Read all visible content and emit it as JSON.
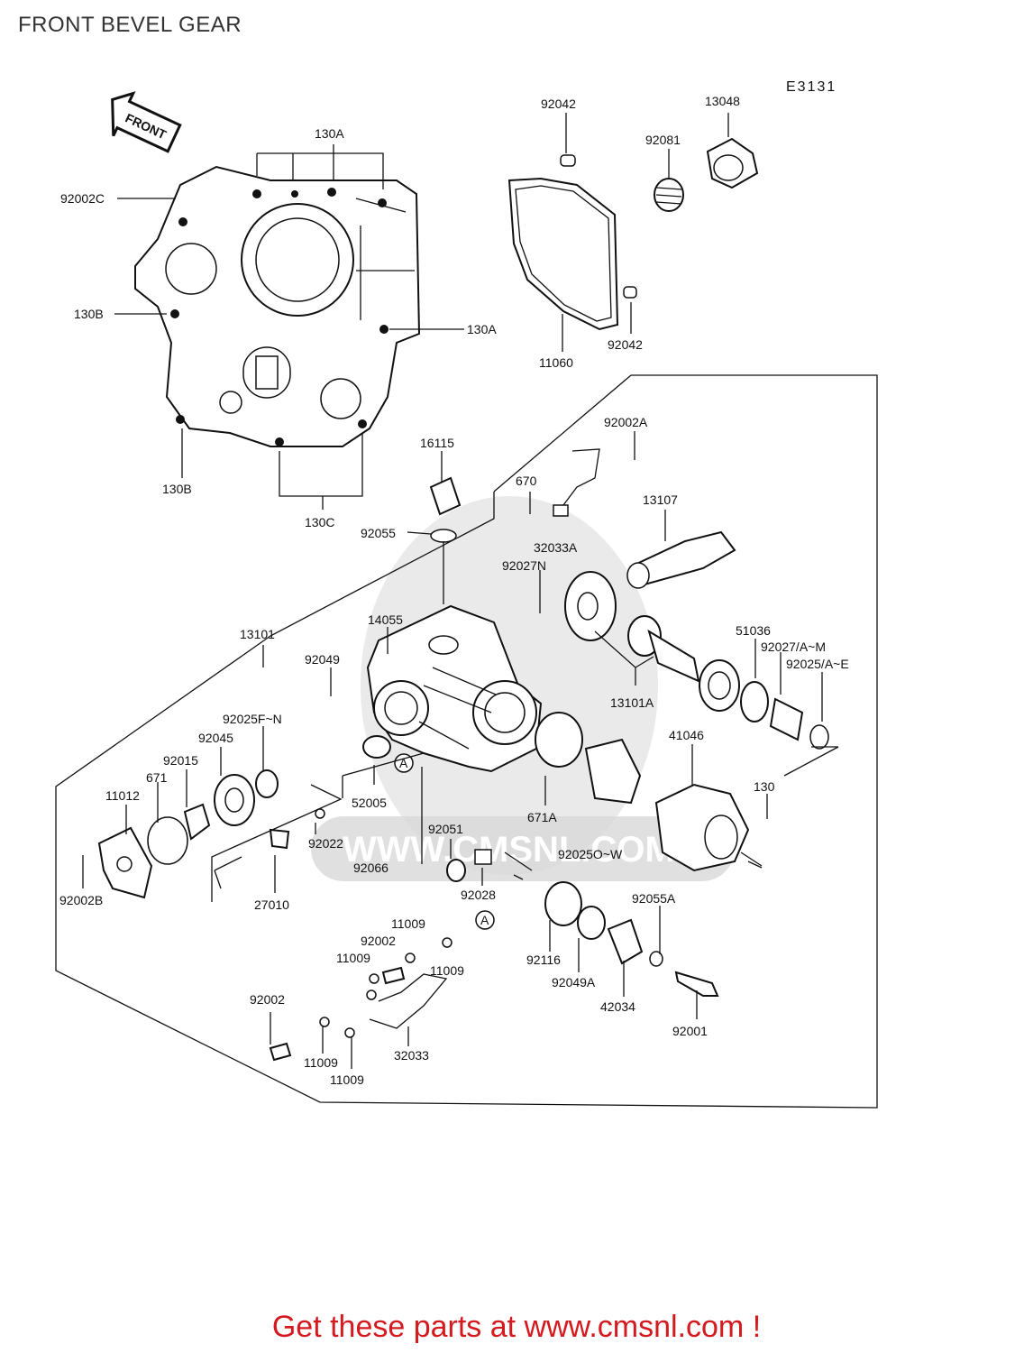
{
  "header": {
    "title": "FRONT BEVEL GEAR",
    "diagram_code": "E3131"
  },
  "front_arrow": {
    "text": "FRONT"
  },
  "watermark": {
    "text": "WWW.CMSNL.COM"
  },
  "footer": {
    "cta": "Get these parts at www.cmsnl.com !",
    "color": "#d4191f"
  },
  "callout_marker": "A",
  "callouts": {
    "c130a_top": "130A",
    "c92002c": "92002C",
    "c130b_left": "130B",
    "c130a_right": "130A",
    "c130b_bottom": "130B",
    "c130c": "130C",
    "c92042_top": "92042",
    "c13048": "13048",
    "c92081": "92081",
    "c11060": "11060",
    "c92042_bottom": "92042",
    "c16115": "16115",
    "c92055": "92055",
    "c670": "670",
    "c32033a": "32033A",
    "c92002a": "92002A",
    "c13107": "13107",
    "c92027n": "92027N",
    "c14055": "14055",
    "c13101": "13101",
    "c92049": "92049",
    "c51036": "51036",
    "c92027am": "92027/A~M",
    "c92025ae": "92025/A~E",
    "c13101a": "13101A",
    "c92025fn": "92025F~N",
    "c92045": "92045",
    "c92015": "92015",
    "c671": "671",
    "c11012": "11012",
    "c52005": "52005",
    "c41046": "41046",
    "c130": "130",
    "c671a": "671A",
    "c92022": "92022",
    "c92051": "92051",
    "c92025ow": "92025O~W",
    "c92066": "92066",
    "c92028": "92028",
    "c27010": "27010",
    "c92002b": "92002B",
    "c92055a": "92055A",
    "c11009_a": "11009",
    "c92002_mid": "92002",
    "c11009_b": "11009",
    "c11009_c": "11009",
    "c92116": "92116",
    "c92049a": "92049A",
    "c42034": "42034",
    "c92001": "92001",
    "c92002_low": "92002",
    "c32033": "32033",
    "c11009_d": "11009",
    "c11009_e": "11009"
  }
}
